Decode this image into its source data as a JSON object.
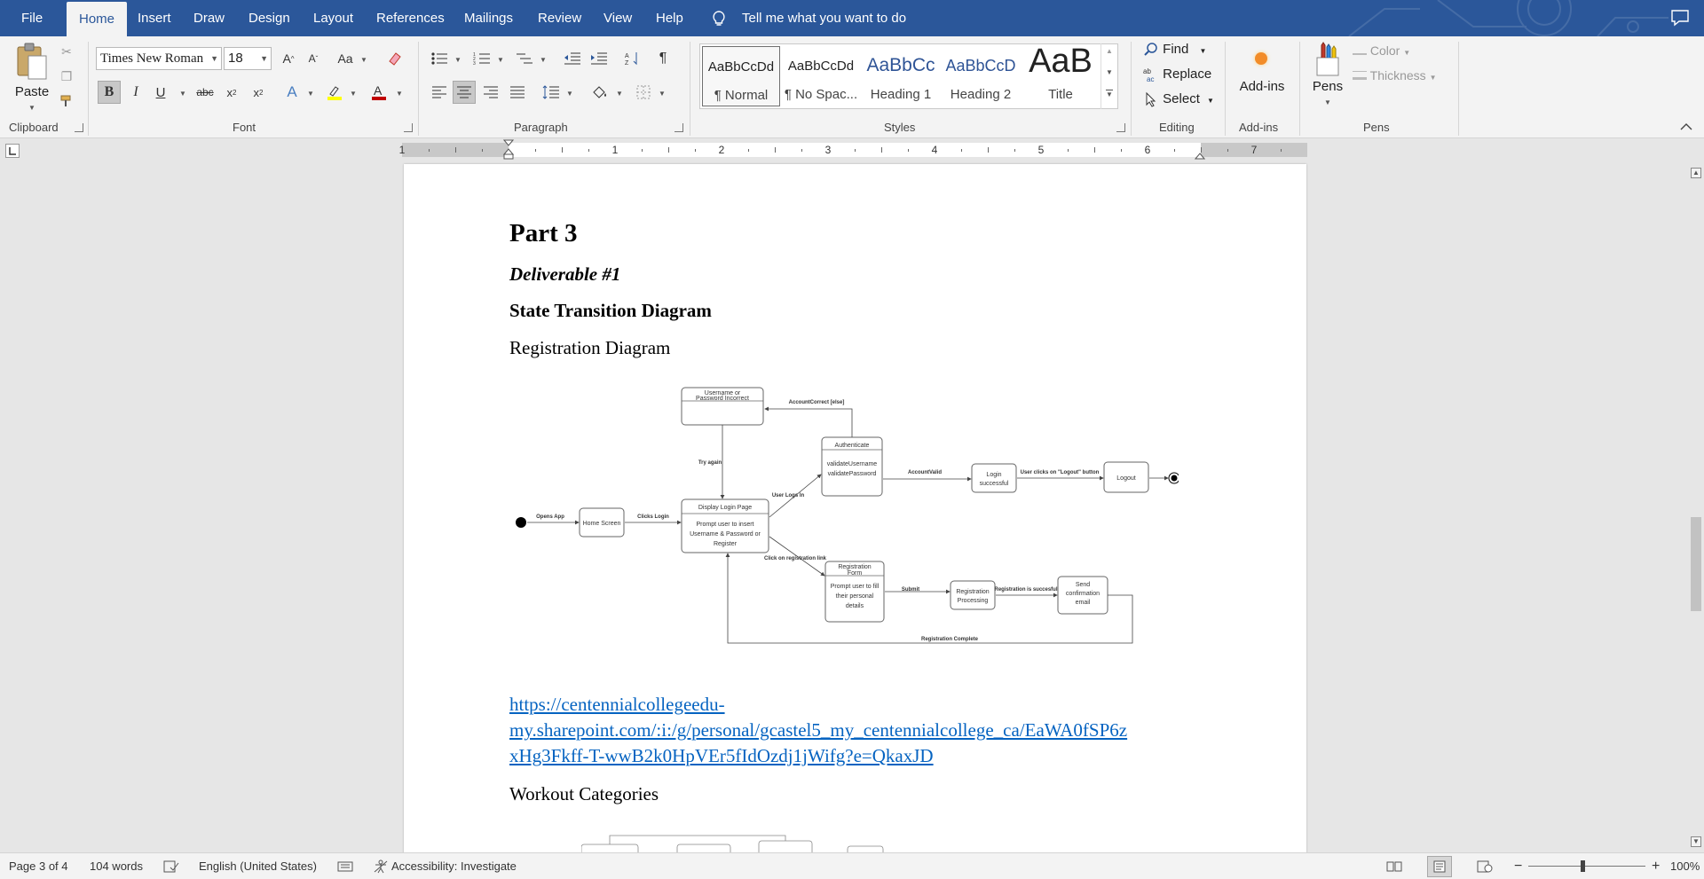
{
  "tabs": {
    "file": "File",
    "home": "Home",
    "insert": "Insert",
    "draw": "Draw",
    "design": "Design",
    "layout": "Layout",
    "references": "References",
    "mailings": "Mailings",
    "review": "Review",
    "view": "View",
    "help": "Help",
    "tell_me": "Tell me what you want to do"
  },
  "ribbon": {
    "clipboard": {
      "paste": "Paste",
      "label": "Clipboard"
    },
    "font": {
      "family": "Times New Roman",
      "size": "18",
      "case": "Aa",
      "label": "Font",
      "highlight_color": "#ffff00",
      "font_color": "#c00000"
    },
    "paragraph": {
      "label": "Paragraph"
    },
    "styles": {
      "label": "Styles",
      "items": [
        {
          "preview": "AaBbCcDd",
          "name": "¶ Normal"
        },
        {
          "preview": "AaBbCcDd",
          "name": "¶ No Spac..."
        },
        {
          "preview": "AaBbCc",
          "name": "Heading 1"
        },
        {
          "preview": "AaBbCcD",
          "name": "Heading 2"
        },
        {
          "preview": "AaB",
          "name": "Title"
        }
      ]
    },
    "editing": {
      "find": "Find",
      "replace": "Replace",
      "select": "Select",
      "label": "Editing"
    },
    "addins": {
      "button": "Add-ins",
      "label": "Add-ins"
    },
    "pens": {
      "button": "Pens",
      "color": "Color",
      "thickness": "Thickness",
      "label": "Pens"
    }
  },
  "ruler": {
    "numbers": [
      "1",
      "1",
      "2",
      "3",
      "4",
      "5",
      "6",
      "7"
    ]
  },
  "document": {
    "part": "Part 3",
    "deliverable": "Deliverable #1",
    "std_heading": "State Transition Diagram",
    "reg_heading": "Registration Diagram",
    "link_line1": "https://centennialcollegeedu-",
    "link_line2": "my.sharepoint.com/:i:/g/personal/gcastel5_my_centennialcollege_ca/EaWA0fSP6z",
    "link_line3": "xHg3Fkff-T-wwB2k0HpVEr5fIdOzdj1jWifg?e=QkaxJD",
    "workout_heading": "Workout Categories",
    "diagram": {
      "username_incorrect_1": "Username or",
      "username_incorrect_2": "Password Incorrect",
      "account_correct_else": "AccountCorrect [else]",
      "authenticate": "Authenticate",
      "validate_username": "validateUsername",
      "validate_password": "validatePassword",
      "account_valid": "AccountValid",
      "login_successful_1": "Login",
      "login_successful_2": "successful",
      "user_clicks_logout": "User clicks on \"Logout\" button",
      "logout": "Logout",
      "try_again": "Try again",
      "user_logs_in": "User Logs In",
      "opens_app": "Opens App",
      "home_screen": "Home Screen",
      "clicks_login": "Clicks Login",
      "display_login_page": "Display Login Page",
      "prompt_login_1": "Prompt user to insert",
      "prompt_login_2": "Username & Password or",
      "prompt_login_3": "Register",
      "click_registration_link": "Click on registration link",
      "registration_form_1": "Registration",
      "registration_form_2": "Form",
      "prompt_reg_1": "Prompt user to fill",
      "prompt_reg_2": "their personal",
      "prompt_reg_3": "details",
      "submit": "Submit",
      "registration_processing_1": "Registration",
      "registration_processing_2": "Processing",
      "registration_successful": "Registration is succesful",
      "send_email_1": "Send",
      "send_email_2": "confirmation",
      "send_email_3": "email",
      "registration_complete": "Registration Complete"
    }
  },
  "status": {
    "page": "Page 3 of 4",
    "words": "104 words",
    "language": "English (United States)",
    "accessibility": "Accessibility: Investigate",
    "zoom": "100%",
    "zoom_level": 1.0
  },
  "colors": {
    "accent": "#2b579a",
    "link": "#0563c1"
  }
}
